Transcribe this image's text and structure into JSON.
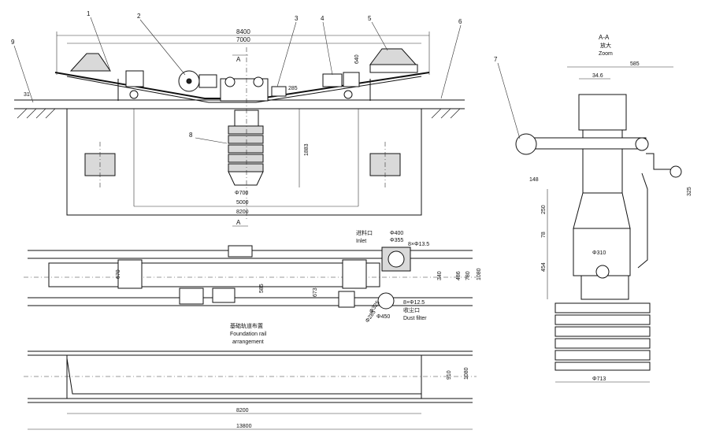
{
  "top_view": {
    "callouts": [
      "1",
      "2",
      "3",
      "4",
      "5",
      "6",
      "7",
      "8",
      "9"
    ],
    "dim_overall": "8400",
    "dim_inner": "7000",
    "dim_height_640": "640",
    "dim_285": "285",
    "dim_31": "31",
    "dim_1883": "1883",
    "dim_d700": "Φ700",
    "dim_5000": "5000",
    "dim_8200": "8200",
    "section_mark_top": "A",
    "section_mark_bottom": "A"
  },
  "plan_view": {
    "inlet_cn": "进料口",
    "inlet_en": "Inlet",
    "outlet_cn": "收尘口",
    "outlet_en": "Dust filter",
    "dim_d400": "Φ400",
    "dim_d355": "Φ355",
    "dim_8x13_5": "8×Φ13.5",
    "dim_670": "670",
    "dim_585": "585",
    "dim_673": "673",
    "dim_340": "340",
    "dim_486": "486",
    "dim_780": "780",
    "dim_1080_plan": "1080",
    "dim_d325": "Φ325",
    "dim_d285": "Φ285",
    "dim_8x12_5": "8×Φ12.5",
    "dim_d450": "Φ450"
  },
  "foundation": {
    "title_cn": "基础轨道布置",
    "title_en1": "Foundation rail",
    "title_en2": "arrangement",
    "dim_910": "910",
    "dim_1080": "1080",
    "dim_8200": "8200",
    "dim_13800": "13800"
  },
  "section_view": {
    "title": "A-A",
    "subtitle_cn": "放大",
    "subtitle_en": "Zoom",
    "dim_585": "585",
    "dim_346": "34.6",
    "dim_148": "148",
    "dim_325": "325",
    "dim_250": "250",
    "dim_78": "78",
    "dim_d310": "Φ310",
    "dim_454": "454",
    "dim_d713": "Φ713"
  }
}
